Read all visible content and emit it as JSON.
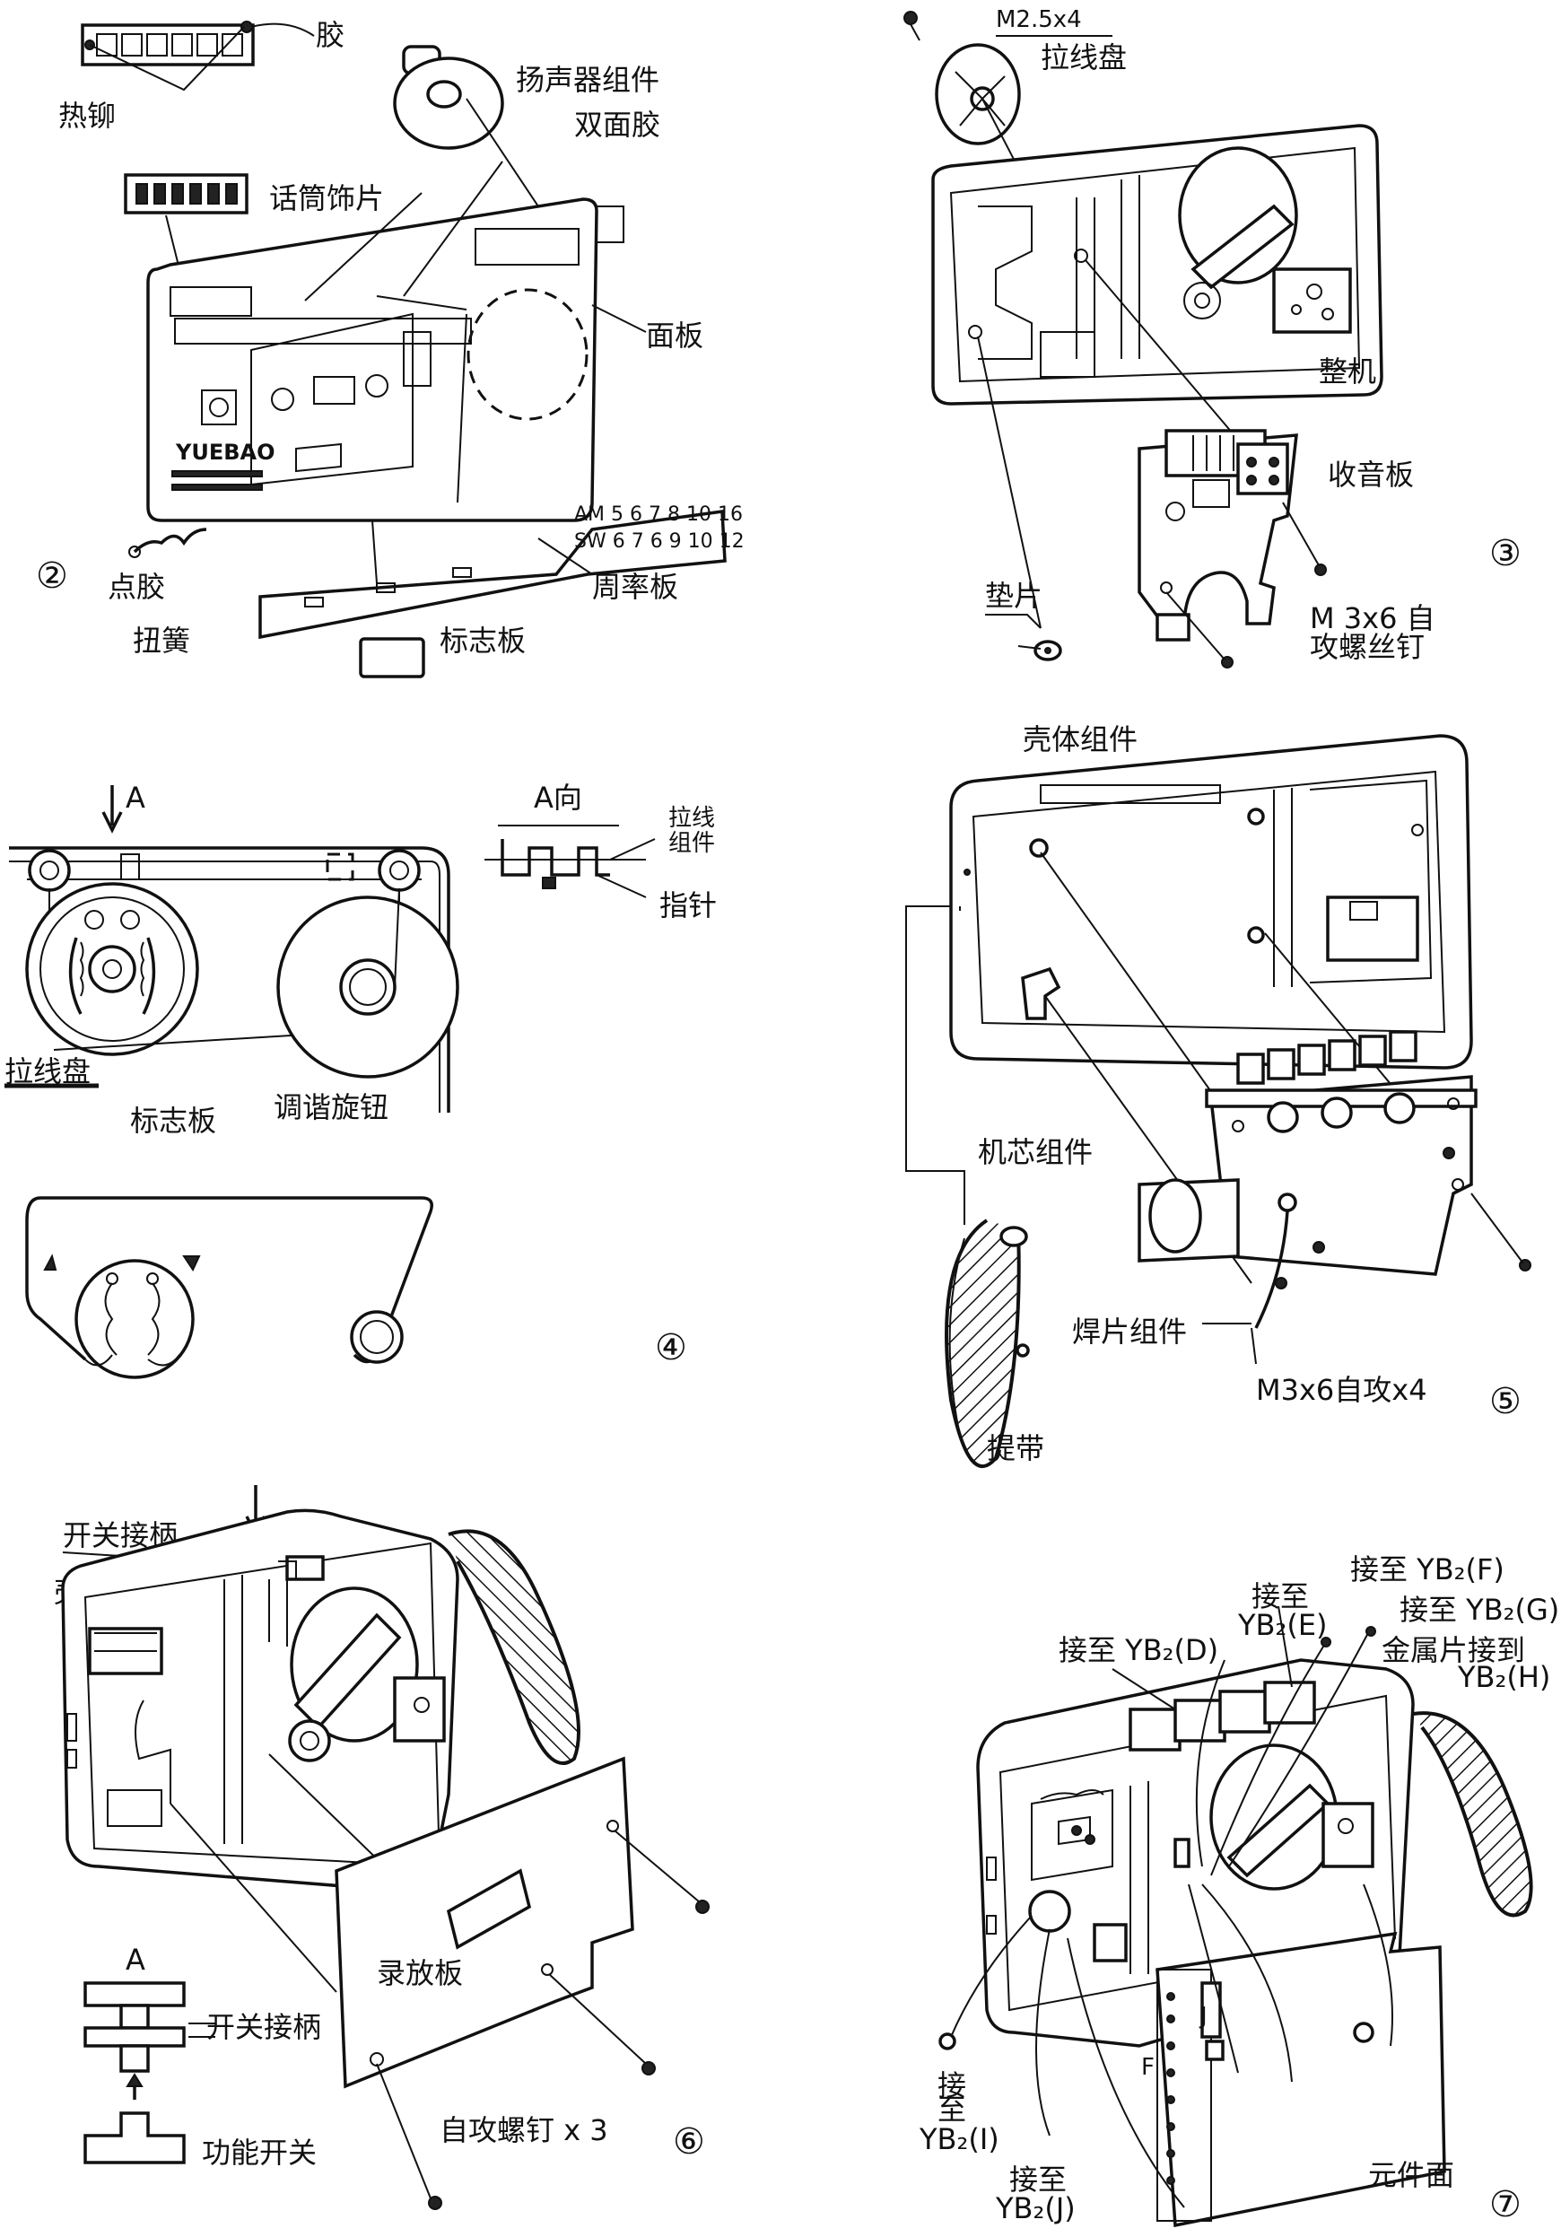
{
  "diagram_2": {
    "number": "②",
    "labels": {
      "glue": "胶",
      "speaker_assembly": "扬声器组件",
      "double_tape": "双面胶",
      "hot_rivet": "热铆",
      "mic_trim": "话筒饰片",
      "panel": "面板",
      "brand": "YUEBAO",
      "point_glue": "点胶",
      "torsion_spring": "扭簧",
      "logo_plate": "标志板",
      "frequency_plate": "周率板",
      "am_row": "AM 5 6 7 8 10 16",
      "sw_row": "SW 6 7 6 9 10 12"
    }
  },
  "diagram_3": {
    "number": "③",
    "labels": {
      "screw_m25": "M2.5x4",
      "pulley": "拉线盘",
      "whole_unit": "整机",
      "radio_board": "收音板",
      "washer": "垫片",
      "screw_m3_line1": "M 3x6 自",
      "screw_m3_line2": "攻螺丝钉"
    }
  },
  "diagram_4": {
    "number": "④",
    "labels": {
      "arrow_a": "A",
      "a_direction": "A向",
      "cord_line1": "拉线",
      "cord_line2": "组件",
      "pointer": "指针",
      "pulley": "拉线盘",
      "logo_plate": "标志板",
      "tuning_knob": "调谐旋钮"
    }
  },
  "diagram_5": {
    "number": "⑤",
    "labels": {
      "case_assembly": "壳体组件",
      "core_assembly": "机芯组件",
      "solder_tab_assembly": "焊片组件",
      "screw_m3x6": "M3x6自攻x4",
      "strap": "提带"
    }
  },
  "diagram_6": {
    "number": "⑥",
    "labels": {
      "switch_handle": "开关接柄",
      "arrow_a": "A",
      "case": "壳体",
      "record_board": "录放板",
      "detail_a": "A",
      "detail_switch_handle": "开关接柄",
      "function_switch": "功能开关",
      "self_tapping_screw": "自攻螺钉 x 3"
    }
  },
  "diagram_7": {
    "number": "⑦",
    "labels": {
      "to_yb2_f": "接至 YB₂(F)",
      "to_yb2_e_line1": "接至",
      "to_yb2_e_line2": "YB₂(E)",
      "to_yb2_g": "接至 YB₂(G)",
      "to_yb2_d": "接至 YB₂(D)",
      "metal_tab_line1": "金属片接到",
      "metal_tab_line2": "YB₂(H)",
      "to_yb2_i_line1": "接",
      "to_yb2_i_line2": "至",
      "to_yb2_i_line3": "YB₂(I)",
      "to_yb2_j_line1": "接至",
      "to_yb2_j_line2": "YB₂(J)",
      "mark_f": "F",
      "mark_j": "J",
      "component_side": "元件面"
    }
  },
  "colors": {
    "ink": "#111111",
    "paper": "#ffffff"
  }
}
